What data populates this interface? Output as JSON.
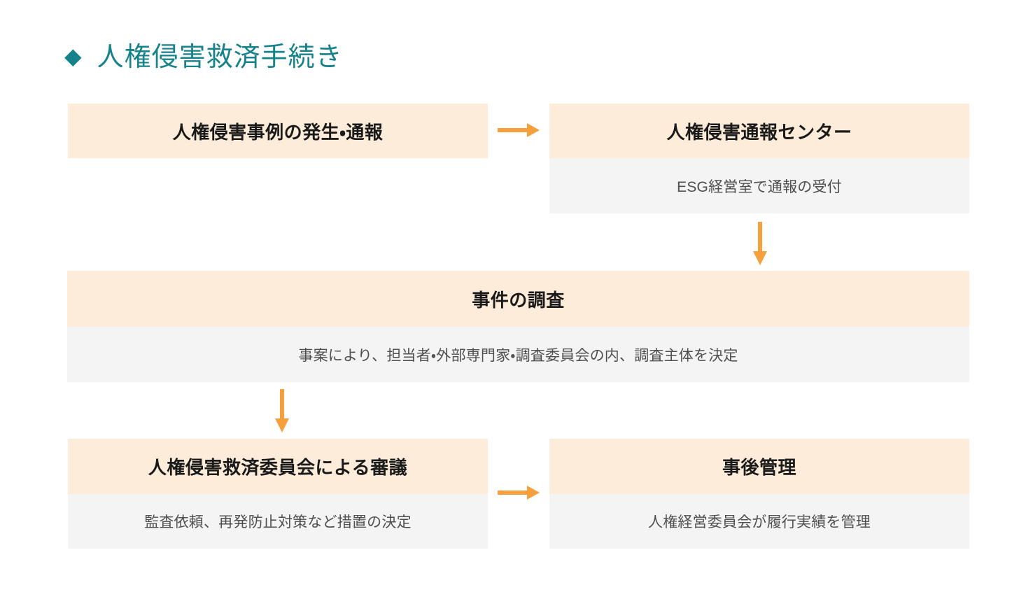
{
  "colors": {
    "accent_teal": "#16828C",
    "box_header_bg": "#FCECD9",
    "box_detail_bg": "#F4F4F4",
    "arrow_orange": "#F5A03C",
    "header_text": "#1A1A1A",
    "detail_text": "#4F4F4F"
  },
  "title": {
    "bullet": "◆",
    "text": "人権侵害救済手続き"
  },
  "flow": {
    "occurrence_report": {
      "header": "人権侵害事例の発生・通報"
    },
    "report_center": {
      "header": "人権侵害通報センター",
      "detail": "ESG経営室で通報の受付"
    },
    "investigation": {
      "header": "事件の調査",
      "detail": "事案により、担当者・外部専門家・調査委員会の内、調査主体を決定"
    },
    "committee_review": {
      "header": "人権侵害救済委員会による審議",
      "detail": "監査依頼、再発防止対策など措置の決定"
    },
    "follow_up": {
      "header": "事後管理",
      "detail": "人権経営委員会が履行実績を管理"
    }
  }
}
